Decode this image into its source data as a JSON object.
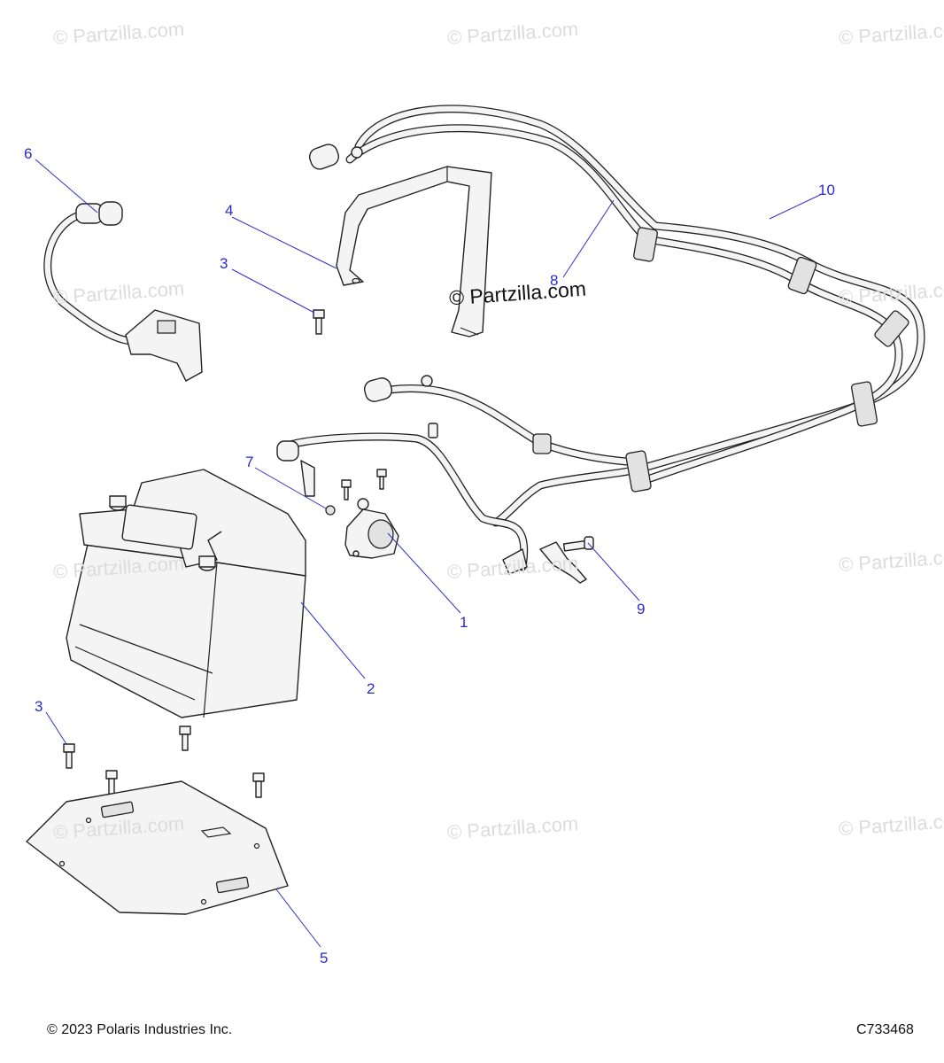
{
  "watermarks": {
    "text": "© Partzilla.com",
    "main": "© Partzilla.com"
  },
  "callouts": [
    "1",
    "2",
    "3",
    "3",
    "4",
    "5",
    "6",
    "7",
    "8",
    "9",
    "10"
  ],
  "footer": {
    "copyright": "© 2023 Polaris Industries Inc.",
    "code": "C733468"
  }
}
